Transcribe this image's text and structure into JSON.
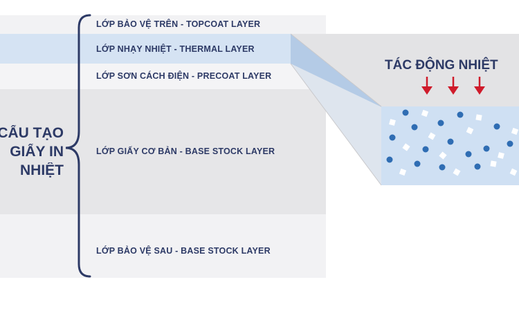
{
  "diagram": {
    "title_lines": [
      "CẤU TẠO",
      "GIẤY IN",
      "NHIỆT"
    ],
    "layers": [
      {
        "label": "LỚP BẢO VỆ TRÊN - TOPCOAT LAYER",
        "color": "#f2f2f4"
      },
      {
        "label": "LỚP NHẠY NHIỆT - THERMAL LAYER",
        "color": "#d5e3f3"
      },
      {
        "label": "LỚP SƠN CÁCH ĐIỆN - PRECOAT LAYER",
        "color": "#f4f4f6"
      },
      {
        "label": "LỚP GIẤY CƠ BẢN - BASE STOCK LAYER",
        "color": "#e6e6e8"
      },
      {
        "label": "LỚP BẢO VỆ SAU - BASE STOCK LAYER",
        "color": "#f2f2f4"
      }
    ],
    "heat_label": "TÁC ĐỘNG NHIỆT",
    "colors": {
      "text": "#2d3a66",
      "bracket": "#2d3a66",
      "arrow": "#cf1b2b",
      "dot": "#2f6db3",
      "block_front": "#cfe0f3",
      "block_top": "#e3e3e5"
    }
  }
}
